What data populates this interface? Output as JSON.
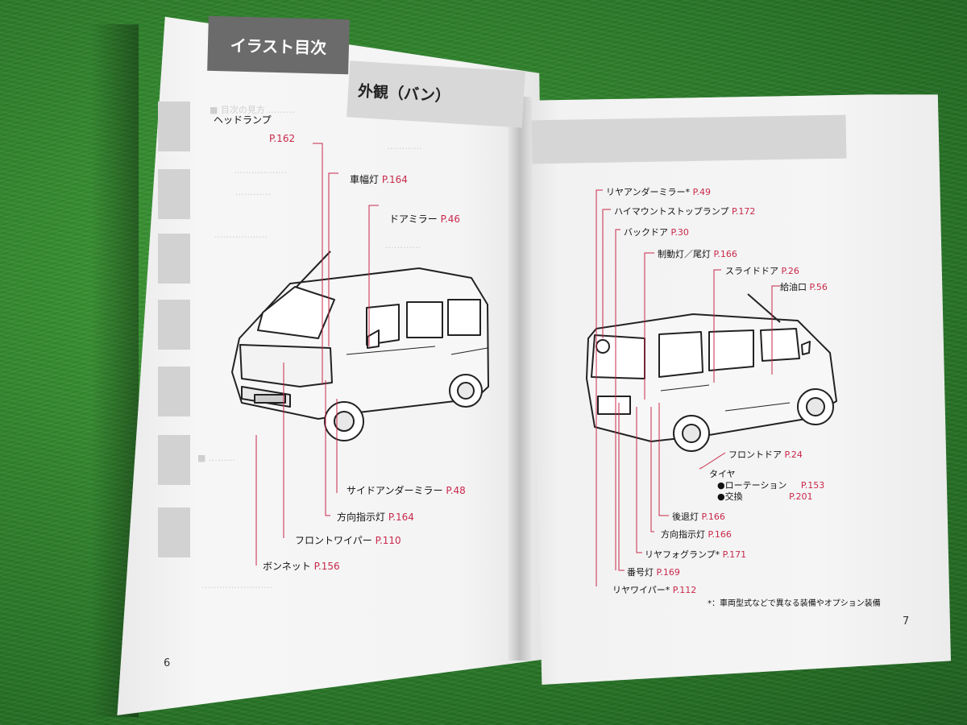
{
  "left_page": {
    "section_tab": "イラスト目次",
    "subsection_tab": "外観（バン）",
    "page_number": "6",
    "labels": {
      "headlamp": {
        "text": "ヘッドランプ",
        "page": "P.162"
      },
      "side_marker": {
        "text": "車幅灯",
        "page": "P.164"
      },
      "door_mirror": {
        "text": "ドアミラー",
        "page": "P.46"
      },
      "side_under_mirror": {
        "text": "サイドアンダーミラー",
        "page": "P.48"
      },
      "turn_signal_front": {
        "text": "方向指示灯",
        "page": "P.164"
      },
      "front_wiper": {
        "text": "フロントワイパー",
        "page": "P.110"
      },
      "bonnet": {
        "text": "ボンネット",
        "page": "P.156"
      }
    }
  },
  "right_page": {
    "page_number": "7",
    "labels": {
      "rear_under_mirror": {
        "text": "リヤアンダーミラー*",
        "page": "P.49"
      },
      "high_mount_stop": {
        "text": "ハイマウントストップランプ",
        "page": "P.172"
      },
      "back_door": {
        "text": "バックドア",
        "page": "P.30"
      },
      "brake_tail": {
        "text": "制動灯／尾灯",
        "page": "P.166"
      },
      "slide_door": {
        "text": "スライドドア",
        "page": "P.26"
      },
      "fuel_inlet": {
        "text": "給油口",
        "page": "P.56"
      },
      "front_door": {
        "text": "フロントドア",
        "page": "P.24"
      },
      "tire": {
        "text": "タイヤ"
      },
      "rotation": {
        "text": "●ローテーション",
        "page": "P.153"
      },
      "replace": {
        "text": "●交換",
        "page": "P.201"
      },
      "backup_lamp": {
        "text": "後退灯",
        "page": "P.166"
      },
      "turn_signal_rear": {
        "text": "方向指示灯",
        "page": "P.166"
      },
      "rear_fog": {
        "text": "リヤフォグランプ*",
        "page": "P.171"
      },
      "license_lamp": {
        "text": "番号灯",
        "page": "P.169"
      },
      "rear_wiper": {
        "text": "リヤワイパー*",
        "page": "P.112"
      }
    },
    "footnote": "*：車両型式などで異なる装備やオプション装備"
  }
}
